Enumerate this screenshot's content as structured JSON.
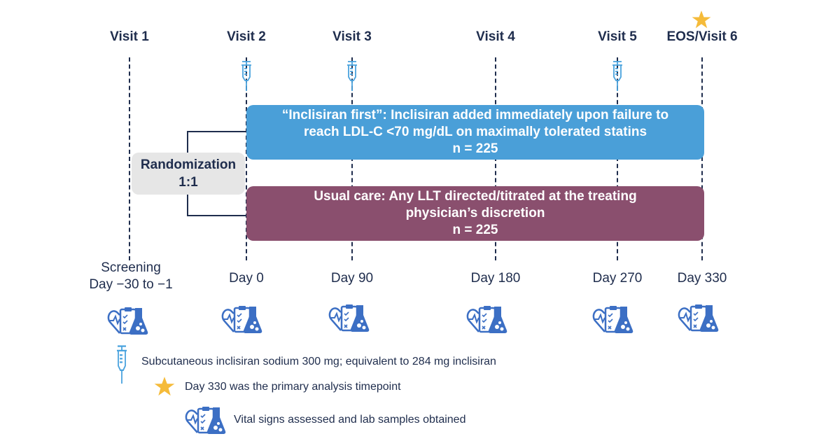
{
  "visits": [
    "Visit 1",
    "Visit 2",
    "Visit 3",
    "Visit 4",
    "Visit 5",
    "EOS/Visit 6"
  ],
  "arms": {
    "inclisiran_first": {
      "line1": "“Inclisiran first”: Inclisiran added immediately upon failure to",
      "line2": "reach LDL-C <70 mg/dL on maximally tolerated statins",
      "n": "n = 225"
    },
    "usual_care": {
      "line1": "Usual care: Any LLT directed/titrated at the treating",
      "line2": "physician’s discretion",
      "n": "n = 225"
    }
  },
  "randomization": {
    "line1": "Randomization",
    "line2": "1:1"
  },
  "days": {
    "screening": "Screening",
    "screening_range": "Day −30 to −1",
    "d0": "Day 0",
    "d90": "Day 90",
    "d180": "Day 180",
    "d270": "Day 270",
    "d330": "Day 330"
  },
  "legend": {
    "syringe": "Subcutaneous inclisiran sodium 300 mg; equivalent to 284 mg inclisiran",
    "star": "Day 330 was the primary analysis timepoint",
    "assessment": "Vital signs assessed and lab samples obtained"
  },
  "colors": {
    "navy": "#1f2d4d",
    "blue_arm": "#4a9fd8",
    "purple_arm": "#8a4f6e",
    "gray": "#e6e6e6",
    "icon": "#3c6fc4",
    "syringe": "#4aa3de",
    "star": "#f5bb3a"
  }
}
